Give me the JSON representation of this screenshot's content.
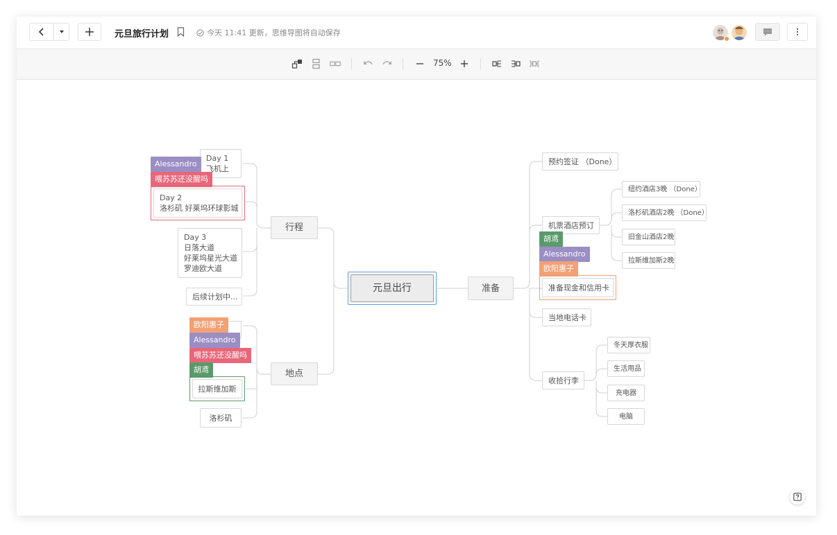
{
  "header": {
    "title": "元旦旅行计划",
    "save_status": "今天 11:41 更新，思维导图将自动保存"
  },
  "toolbar": {
    "zoom": "75%"
  },
  "mindmap": {
    "root": "元旦出行",
    "left": {
      "itinerary": {
        "label": "行程",
        "day1": [
          "Day 1",
          "飞机上"
        ],
        "day2": [
          "Day 2",
          "洛杉矶 好莱坞环球影城"
        ],
        "day3": [
          "Day 3",
          "日落大道",
          "好莱坞星光大道",
          "罗迪欧大道"
        ],
        "later": "后续计划中..."
      },
      "places": {
        "label": "地点",
        "las_vegas": "拉斯维加斯",
        "los_angeles": "洛杉矶"
      }
    },
    "right": {
      "prepare": {
        "label": "准备",
        "visa": "预约签证 （Done）",
        "booking": {
          "label": "机票酒店预订",
          "items": [
            "纽约酒店3晚 （Done）",
            "洛杉矶酒店2晚 （Done）",
            "旧金山酒店2晚",
            "拉斯维加斯2晚"
          ]
        },
        "cash": "准备现金和信用卡",
        "sim": "当地电话卡",
        "luggage": {
          "label": "收拾行李",
          "items": [
            "冬天厚衣服",
            "生活用品",
            "充电器",
            "电脑"
          ]
        }
      }
    }
  },
  "collaborators": {
    "tags": [
      {
        "name": "Alessandro",
        "color": "#9b8ec4"
      },
      {
        "name": "喂苏苏还没醒吗",
        "color": "#e9667a"
      },
      {
        "name": "欧阳惠子",
        "color": "#f2a074"
      },
      {
        "name": "胡鸢",
        "color": "#5a9a6a"
      }
    ]
  },
  "colors": {
    "accent": "#5a9be0",
    "lines": "#cfcfcf"
  }
}
